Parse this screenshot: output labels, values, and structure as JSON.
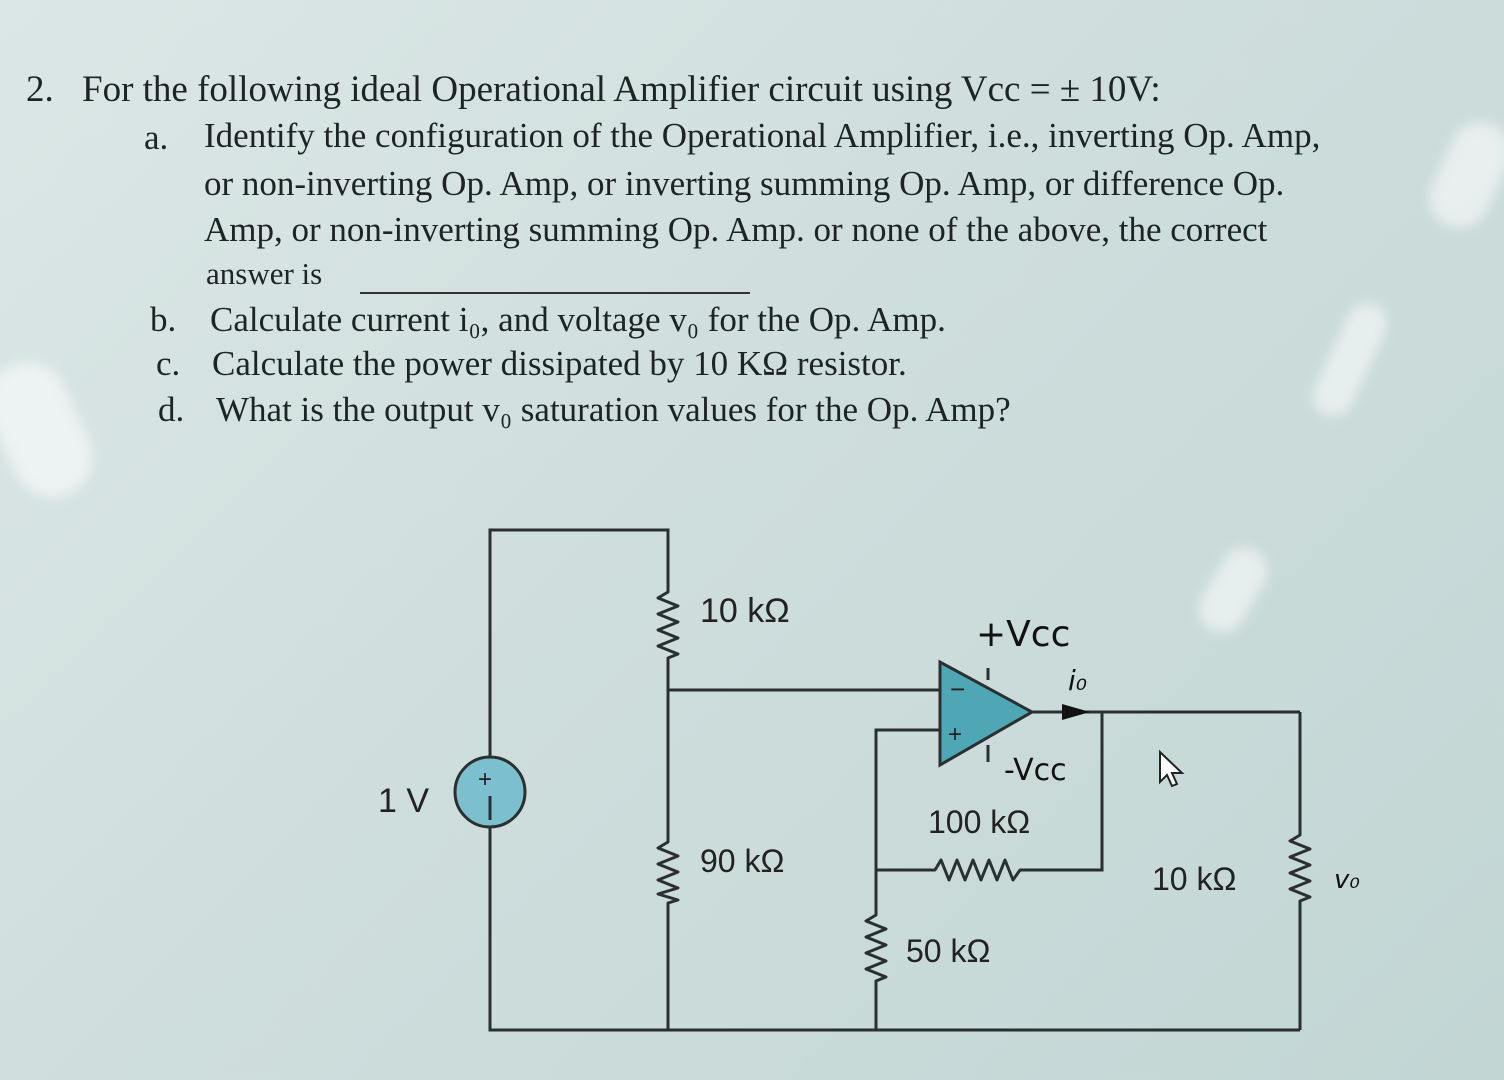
{
  "question": {
    "number": "2.",
    "stem": "For the following ideal Operational Amplifier circuit using Vcc = ± 10V:",
    "parts": [
      {
        "label": "a.",
        "lines": [
          "Identify the configuration of the Operational Amplifier, i.e., inverting Op. Amp,",
          "or non-inverting Op. Amp, or inverting summing Op. Amp, or difference Op.",
          "Amp, or non-inverting summing Op. Amp. or none of the above, the correct",
          "answer is"
        ]
      },
      {
        "label": "b.",
        "lines": [
          "Calculate current i₀, and voltage v₀ for the Op. Amp."
        ]
      },
      {
        "label": "c.",
        "lines": [
          "Calculate the power dissipated by 10 KΩ resistor."
        ]
      },
      {
        "label": "d.",
        "lines": [
          "What is the output v₀ saturation values for the Op. Amp?"
        ]
      }
    ]
  },
  "circuit": {
    "source_label": "1 V",
    "source_plus": "+",
    "r1_label": "10 kΩ",
    "r2_label": "90 kΩ",
    "rf_label": "100 kΩ",
    "rg_label": "50 kΩ",
    "rl_label": "10 kΩ",
    "vcc_pos": "+Vcc",
    "vcc_neg": "-Vcc",
    "current_label": "i₀",
    "output_label": "v₀",
    "opamp_minus": "−",
    "opamp_plus": "+"
  },
  "colors": {
    "wire": "#2a3030",
    "opamp_fill": "#4fa6b5",
    "source_fill": "#7cc0cf"
  }
}
